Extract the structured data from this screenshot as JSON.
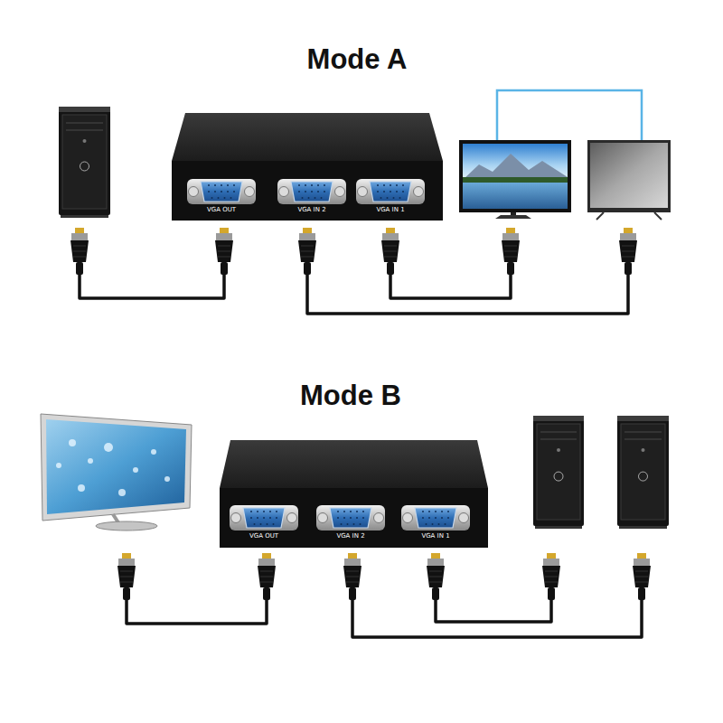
{
  "diagram": {
    "nodes": [
      {
        "text": [
          "VGA OUT",
          "VGA IN 2",
          "VGA IN 1"
        ]
      },
      {
        "text": [
          "VGA OUT",
          "VGA IN 2",
          "VGA IN 1"
        ]
      }
    ],
    "labels": [
      "Mode A",
      "Mode B"
    ]
  }
}
